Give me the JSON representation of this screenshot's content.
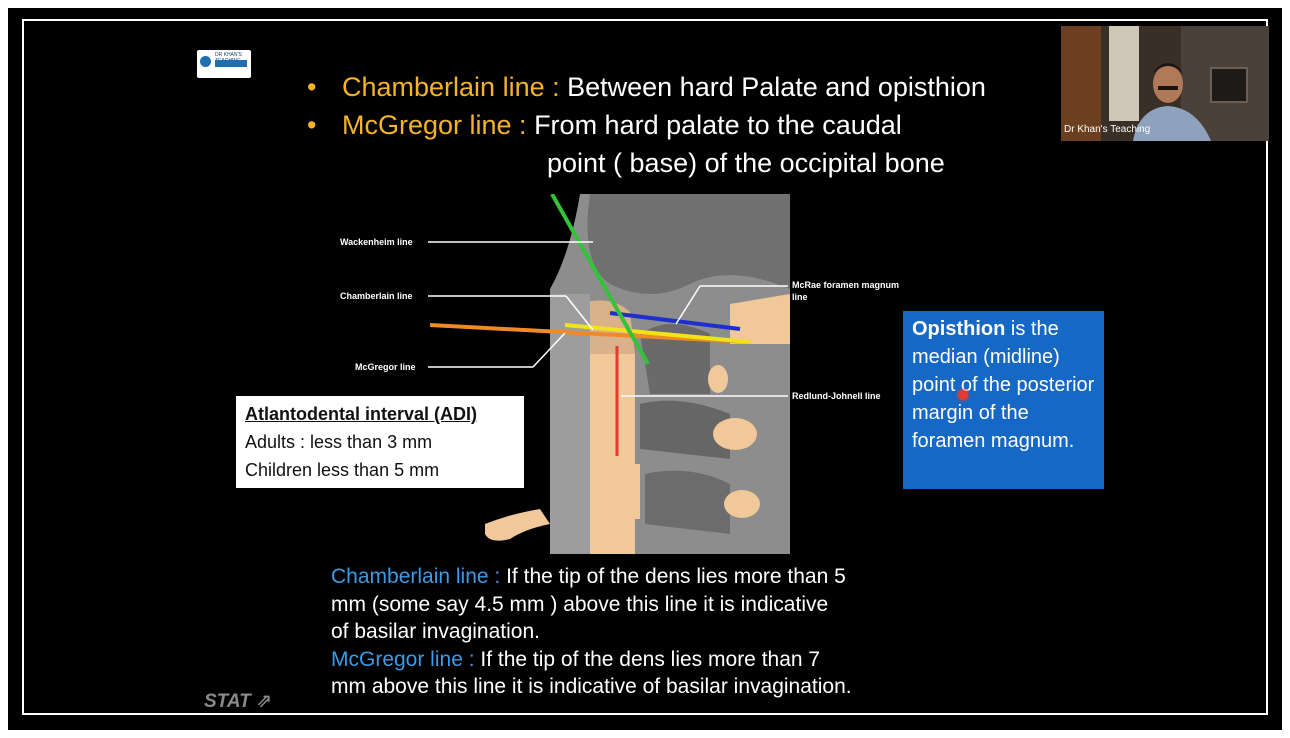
{
  "logo": {
    "text": "DR KHAN'S TEACHING"
  },
  "bullets": [
    {
      "key": "Chamberlain line :",
      "text": " Between hard Palate and opisthion",
      "cont": ""
    },
    {
      "key": "McGregor line :",
      "text": " From hard palate to  the caudal",
      "cont": "point ( base) of the occipital bone"
    }
  ],
  "webcam": {
    "label": "Dr Khan's Teaching"
  },
  "diagram": {
    "labels": {
      "wackenheim": "Wackenheim line",
      "chamberlain": "Chamberlain line",
      "mcgregor": "McGregor line",
      "mcrae_1": "McRae foramen magnum",
      "mcrae_2": "line",
      "redlund": "Redlund-Johnell line"
    },
    "line_colors": {
      "wackenheim": "#35c23a",
      "chamberlain": "#1e2fcf",
      "mcgregor": "#f2e21a",
      "mcgregor_orange": "#f08a24",
      "redlund": "#e8392b"
    }
  },
  "adi": {
    "title": "Atlantodental interval (ADI)",
    "line1": "Adults : less than 3 mm",
    "line2": "Children less than 5 mm"
  },
  "opisthion": {
    "bold": "Opisthion",
    "rest": " is the median (midline) point of the posterior margin of the foramen magnum."
  },
  "notes": {
    "c_key": "Chamberlain line :",
    "c_text1": " If the tip of the dens lies more than 5",
    "c_text2": "mm (some say 4.5 mm )  above this line it is indicative",
    "c_text3": "of basilar invagination.",
    "m_key": "McGregor line  :",
    "m_text1": " If the tip of the dens lies more than 7",
    "m_text2": "mm above this line it is indicative of basilar invagination."
  },
  "watermark": "STAT ⇗"
}
